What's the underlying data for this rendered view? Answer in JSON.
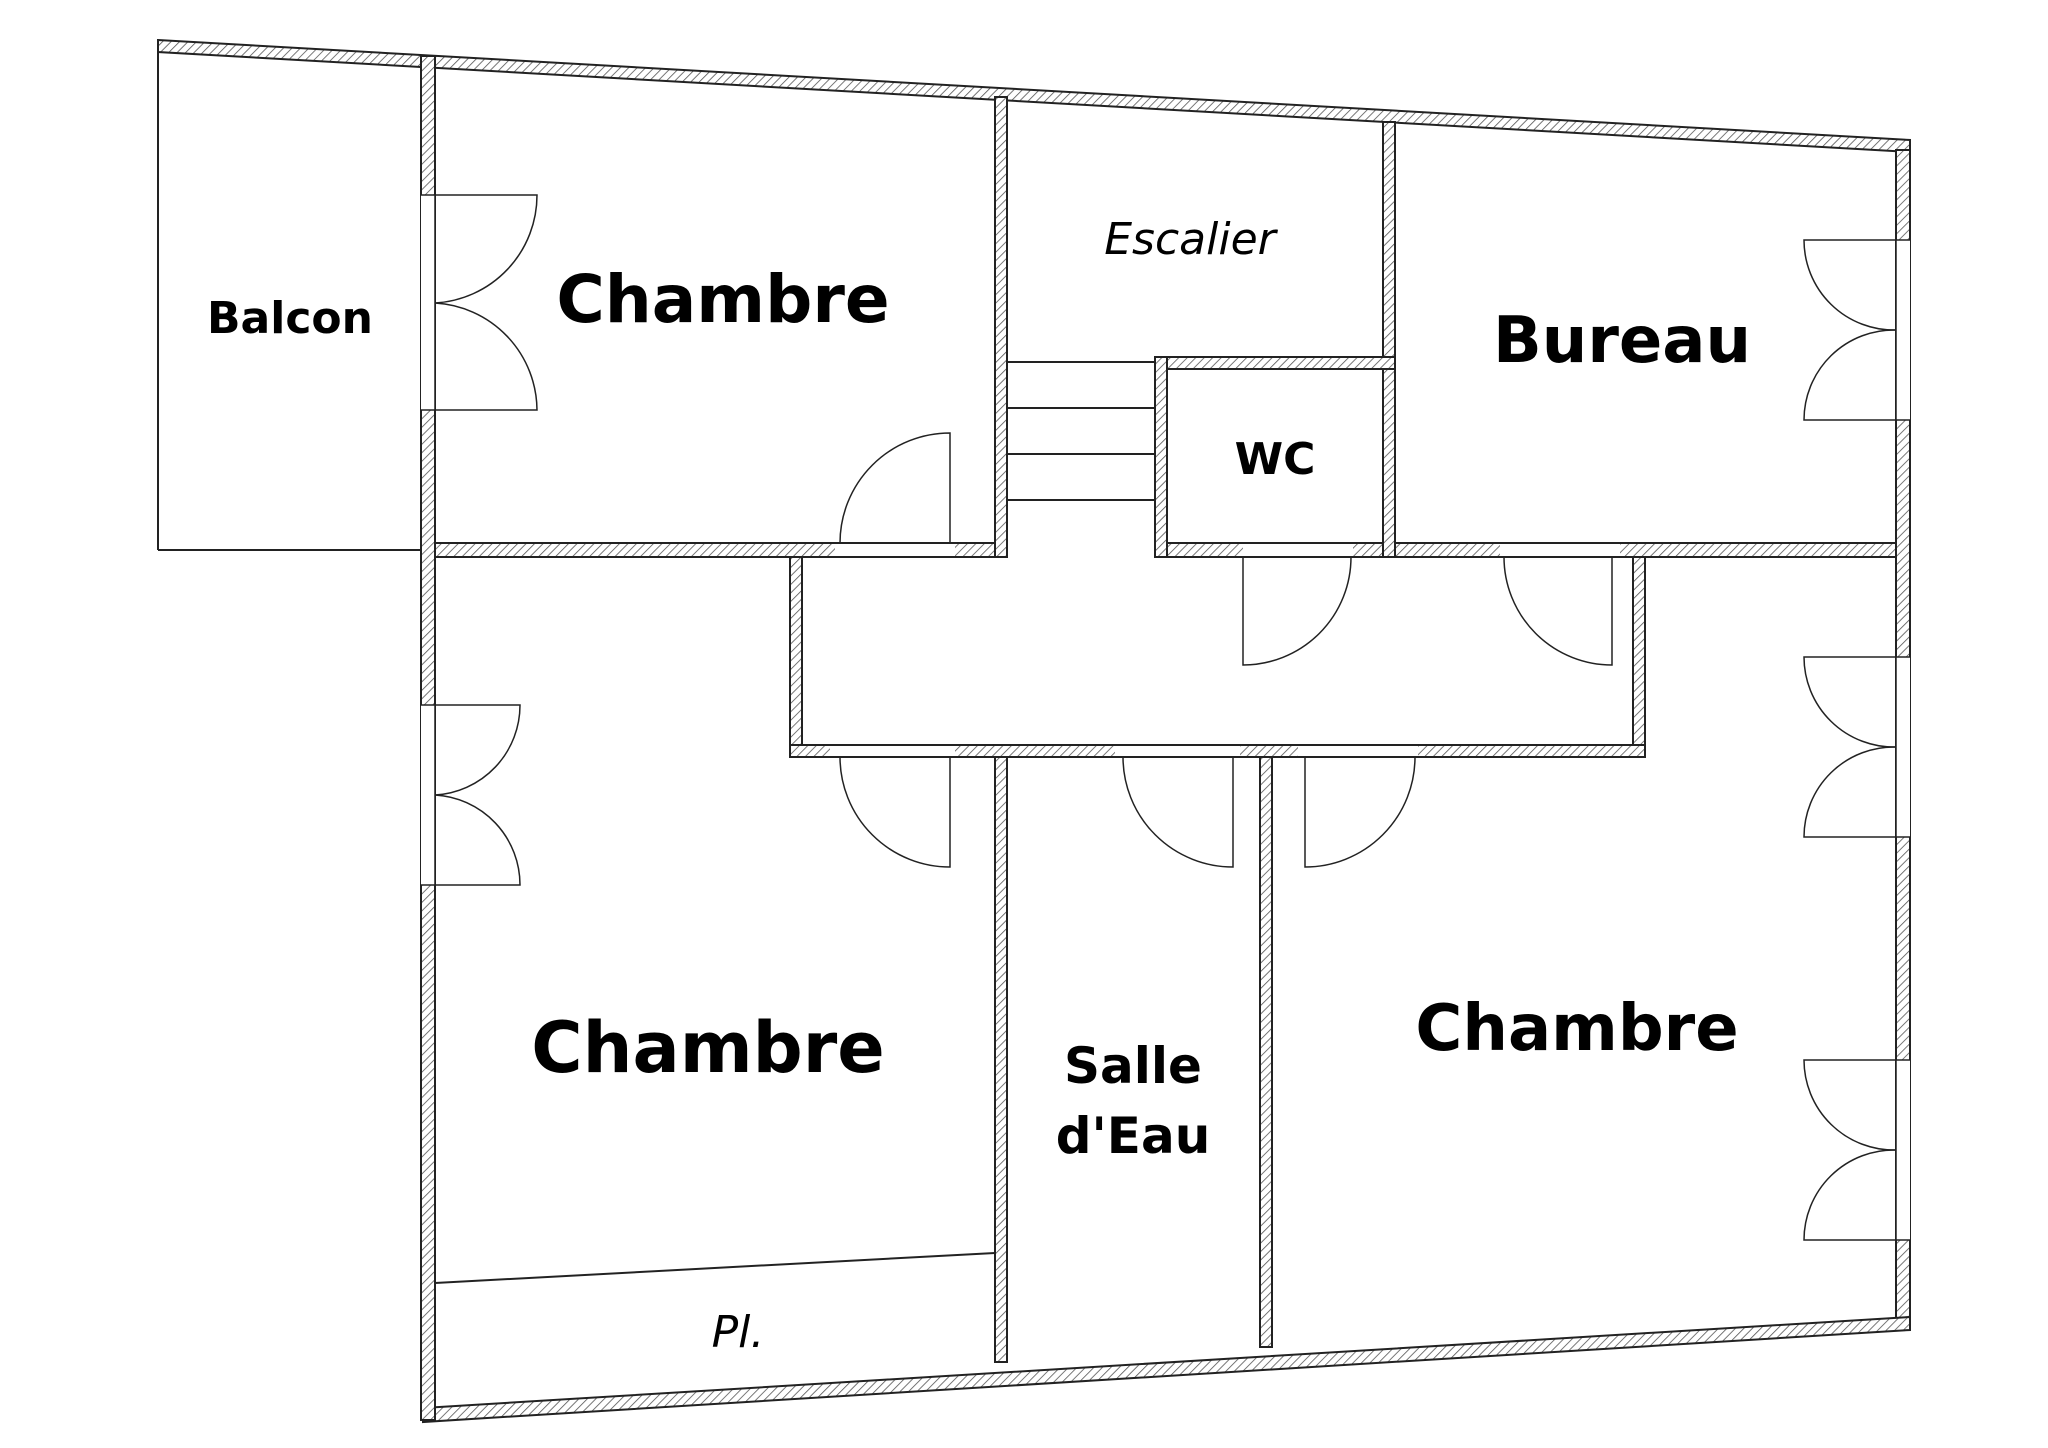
{
  "rooms": {
    "balcon": "Balcon",
    "chambre_top": "Chambre",
    "escalier": "Escalier",
    "wc": "WC",
    "bureau": "Bureau",
    "chambre_bottom_left": "Chambre",
    "salle_line1": "Salle",
    "salle_line2": "d'Eau",
    "chambre_bottom_right": "Chambre",
    "placard": "Pl."
  }
}
